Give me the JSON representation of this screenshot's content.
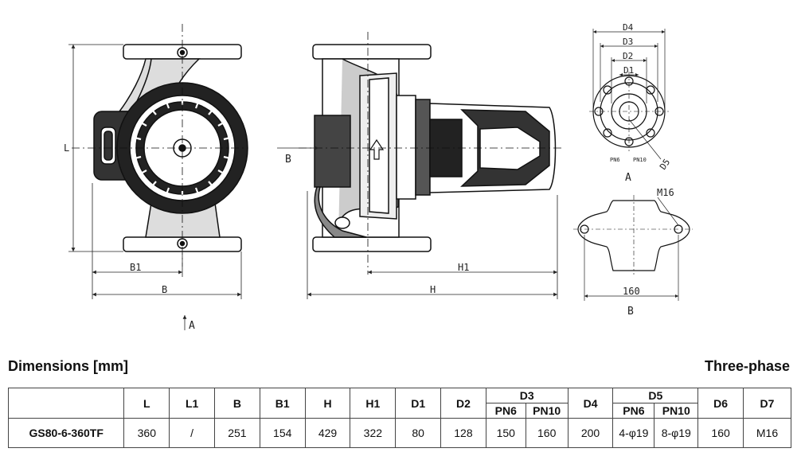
{
  "drawing": {
    "labels": {
      "L": "L",
      "B1": "B1",
      "B": "B",
      "A": "A",
      "H1": "H1",
      "H": "H",
      "side_B": "B",
      "D4": "D4",
      "D3": "D3",
      "D2": "D2",
      "D1": "D1",
      "D5": "D5",
      "PN6": "PN6",
      "PN10": "PN10",
      "view_A": "A",
      "M16": "M16",
      "dim_160": "160",
      "view_B": "B"
    }
  },
  "header": {
    "title": "Dimensions [mm]",
    "phase": "Three-phase"
  },
  "table": {
    "headers": {
      "L": "L",
      "L1": "L1",
      "B": "B",
      "B1": "B1",
      "H": "H",
      "H1": "H1",
      "D1": "D1",
      "D2": "D2",
      "D3": "D3",
      "D4": "D4",
      "D5": "D5",
      "D6": "D6",
      "D7": "D7",
      "D3_PN6": "PN6",
      "D3_PN10": "PN10",
      "D5_PN6": "PN6",
      "D5_PN10": "PN10"
    },
    "row": {
      "model": "GS80-6-360TF",
      "L": "360",
      "L1": "/",
      "B": "251",
      "B1": "154",
      "H": "429",
      "H1": "322",
      "D1": "80",
      "D2": "128",
      "D3_PN6": "150",
      "D3_PN10": "160",
      "D4": "200",
      "D5_PN6": "4-φ19",
      "D5_PN10": "8-φ19",
      "D6": "160",
      "D7": "M16"
    }
  }
}
